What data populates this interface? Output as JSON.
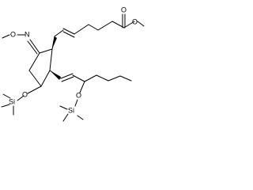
{
  "molecule": {
    "atoms": {
      "ester_carbonyl_o": "O",
      "ester_o": "O",
      "oxime_n": "N",
      "oxime_o": "O",
      "ring_o": "O",
      "ring_si": "Si",
      "chain_o": "O",
      "chain_si": "Si"
    }
  },
  "colors": {
    "ink": "#000000",
    "background": "#ffffff"
  }
}
